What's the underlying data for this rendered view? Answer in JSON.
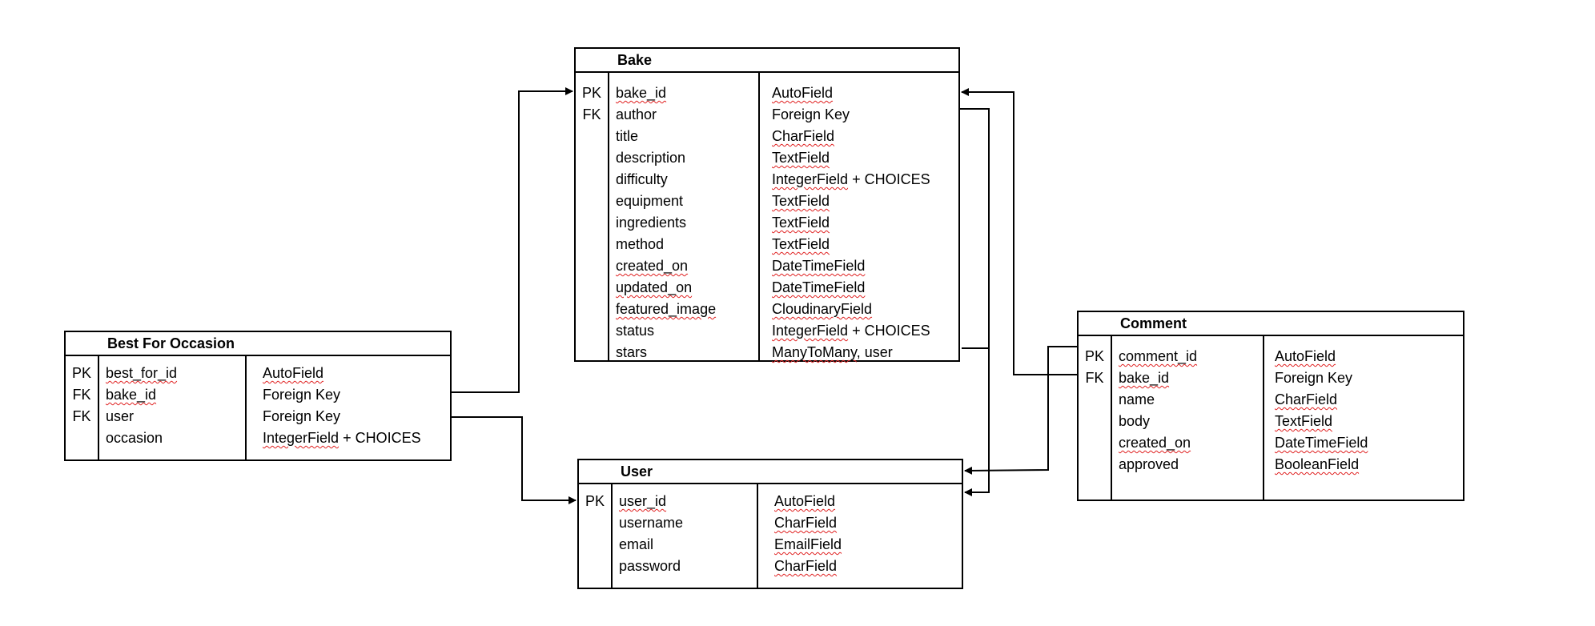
{
  "entities": {
    "bake": {
      "title": "Bake",
      "keys": [
        "PK",
        "FK",
        "",
        "",
        "",
        "",
        "",
        "",
        "",
        "",
        "",
        "",
        ""
      ],
      "fields": [
        "bake_id",
        "author",
        "title",
        "description",
        "difficulty",
        "equipment",
        "ingredients",
        "method",
        "created_on",
        "updated_on",
        "featured_image",
        "status",
        "stars"
      ],
      "types": [
        {
          "parts": [
            {
              "t": "AutoField",
              "spell": true
            }
          ]
        },
        {
          "parts": [
            {
              "t": "Foreign Key",
              "spell": false
            }
          ]
        },
        {
          "parts": [
            {
              "t": "CharField",
              "spell": true
            }
          ]
        },
        {
          "parts": [
            {
              "t": "TextField",
              "spell": true
            }
          ]
        },
        {
          "parts": [
            {
              "t": "IntegerField",
              "spell": true
            },
            {
              "t": " + CHOICES",
              "spell": false
            }
          ]
        },
        {
          "parts": [
            {
              "t": "TextField",
              "spell": true
            }
          ]
        },
        {
          "parts": [
            {
              "t": "TextField",
              "spell": true
            }
          ]
        },
        {
          "parts": [
            {
              "t": "TextField",
              "spell": true
            }
          ]
        },
        {
          "parts": [
            {
              "t": "DateTimeField",
              "spell": true
            }
          ]
        },
        {
          "parts": [
            {
              "t": "DateTimeField",
              "spell": true
            }
          ]
        },
        {
          "parts": [
            {
              "t": "CloudinaryField",
              "spell": true
            }
          ]
        },
        {
          "parts": [
            {
              "t": "IntegerField",
              "spell": true
            },
            {
              "t": " + CHOICES",
              "spell": false
            }
          ]
        },
        {
          "parts": [
            {
              "t": "ManyToMany",
              "spell": true
            },
            {
              "t": ", user",
              "spell": false
            }
          ]
        }
      ]
    },
    "best_for_occasion": {
      "title": "Best For Occasion",
      "keys": [
        "PK",
        "FK",
        "FK",
        ""
      ],
      "fields": [
        "best_for_id",
        "bake_id",
        "user",
        "occasion"
      ],
      "types": [
        {
          "parts": [
            {
              "t": "AutoField",
              "spell": true
            }
          ]
        },
        {
          "parts": [
            {
              "t": "Foreign Key",
              "spell": false
            }
          ]
        },
        {
          "parts": [
            {
              "t": "Foreign Key",
              "spell": false
            }
          ]
        },
        {
          "parts": [
            {
              "t": "IntegerField",
              "spell": true
            },
            {
              "t": " + CHOICES",
              "spell": false
            }
          ]
        }
      ]
    },
    "user": {
      "title": "User",
      "keys": [
        "PK",
        "",
        "",
        ""
      ],
      "fields": [
        "user_id",
        "username",
        "email",
        "password"
      ],
      "types": [
        {
          "parts": [
            {
              "t": "AutoField",
              "spell": true
            }
          ]
        },
        {
          "parts": [
            {
              "t": "CharField",
              "spell": true
            }
          ]
        },
        {
          "parts": [
            {
              "t": "EmailField",
              "spell": true
            }
          ]
        },
        {
          "parts": [
            {
              "t": "CharField",
              "spell": true
            }
          ]
        }
      ]
    },
    "comment": {
      "title": "Comment",
      "keys": [
        "PK",
        "FK",
        "",
        "",
        "",
        ""
      ],
      "fields": [
        "comment_id",
        "bake_id",
        "name",
        "body",
        "created_on",
        "approved"
      ],
      "types": [
        {
          "parts": [
            {
              "t": "AutoField",
              "spell": true
            }
          ]
        },
        {
          "parts": [
            {
              "t": "Foreign Key",
              "spell": false
            }
          ]
        },
        {
          "parts": [
            {
              "t": "CharField",
              "spell": true
            }
          ]
        },
        {
          "parts": [
            {
              "t": "TextField",
              "spell": true
            }
          ]
        },
        {
          "parts": [
            {
              "t": "DateTimeField",
              "spell": true
            }
          ]
        },
        {
          "parts": [
            {
              "t": "BooleanField",
              "spell": true
            }
          ]
        }
      ]
    }
  },
  "spellcheck_fields": [
    "bake_id",
    "created_on",
    "updated_on",
    "featured_image",
    "best_for_id",
    "user_id",
    "comment_id"
  ],
  "relationships": [
    {
      "from": "best_for_occasion.bake_id",
      "to": "bake.bake_id"
    },
    {
      "from": "best_for_occasion.user",
      "to": "user.user_id"
    },
    {
      "from": "bake.author",
      "to": "user"
    },
    {
      "from": "bake.stars",
      "to": "user"
    },
    {
      "from": "comment.bake_id",
      "to": "bake.bake_id"
    },
    {
      "from": "comment.pk",
      "to": "user"
    }
  ]
}
